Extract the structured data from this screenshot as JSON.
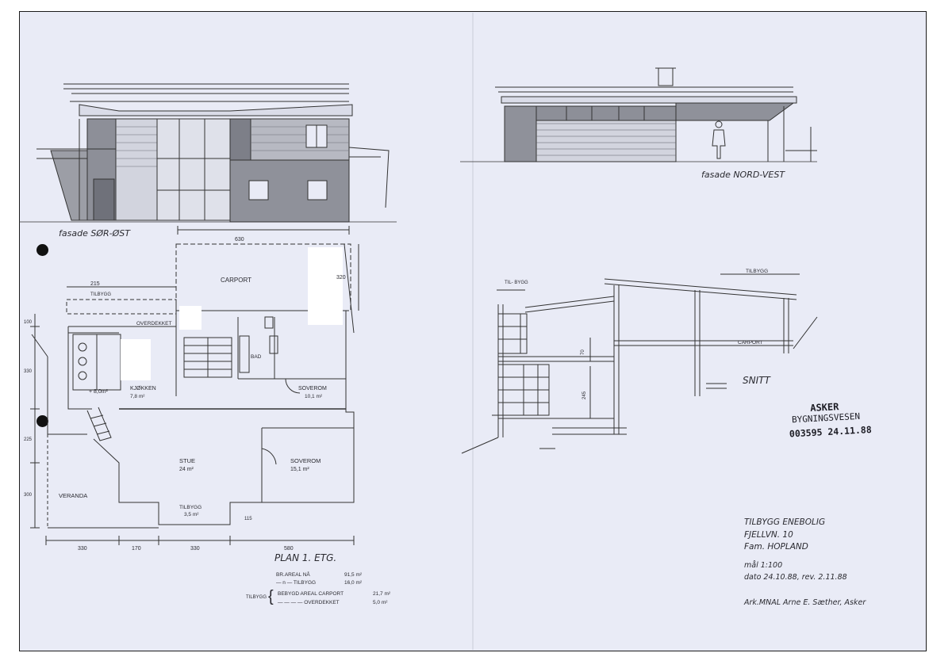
{
  "facades": {
    "sor_ost": "fasade SØR-ØST",
    "nord_vest": "fasade NORD-VEST"
  },
  "plan": {
    "title": "PLAN 1. ETG.",
    "rooms": {
      "carport": "CARPORT",
      "overdekket": "OVERDEKKET",
      "tilbygg_top": "TILBYGG",
      "bad": "BAD",
      "kjokken": "KJØKKEN",
      "kjokken_area": "7,8 m²",
      "addition_area": "+ 8,0m²",
      "soverom1": "SOVEROM",
      "soverom1_area": "10,1 m²",
      "stue": "STUE",
      "stue_area": "24 m²",
      "soverom2": "SOVEROM",
      "soverom2_area": "15,1 m²",
      "veranda": "VERANDA",
      "tilbygg_bottom": "TILBYGG",
      "tilbygg_bottom_area": "3,5 m²"
    },
    "dims": {
      "top": "630",
      "left_top": "215",
      "right_side": "320",
      "side_1": "100",
      "side_2": "330",
      "side_3": "225",
      "side_4": "300",
      "bottom_1": "330",
      "bottom_2": "170",
      "bottom_3": "330",
      "bottom_4": "580",
      "small": "115"
    },
    "areas": {
      "line1_label": "BR.AREAL NÅ",
      "line1_value": "91,5 m²",
      "line2_label": "— n —   TILBYGG",
      "line2_value": "16,0 m²",
      "tilbygg_word": "TILBYGG",
      "line3_label": "BEBYGD AREAL CARPORT",
      "line3_value": "21,7 m²",
      "line4_label": "— — — —  OVERDEKKET",
      "line4_value": "5,0 m²"
    }
  },
  "section": {
    "title": "SNITT",
    "tilbygg_left": "TIL-\nBYGG",
    "tilbygg_right": "TILBYGG",
    "carport": "CARPORT",
    "dim_a": "70",
    "dim_b": "245"
  },
  "stamp": {
    "line1": "ASKER",
    "line2": "BYGNINGSVESEN",
    "line3": "003595  24.11.88"
  },
  "title_block": {
    "line1": "TILBYGG ENEBOLIG",
    "line2": "FJELLVN. 10",
    "line3": "Fam. HOPLAND",
    "scale": "mål 1:100",
    "date": "dato 24.10.88, rev. 2.11.88",
    "architect": "Ark.MNAL Arne E. Sæther, Asker"
  }
}
